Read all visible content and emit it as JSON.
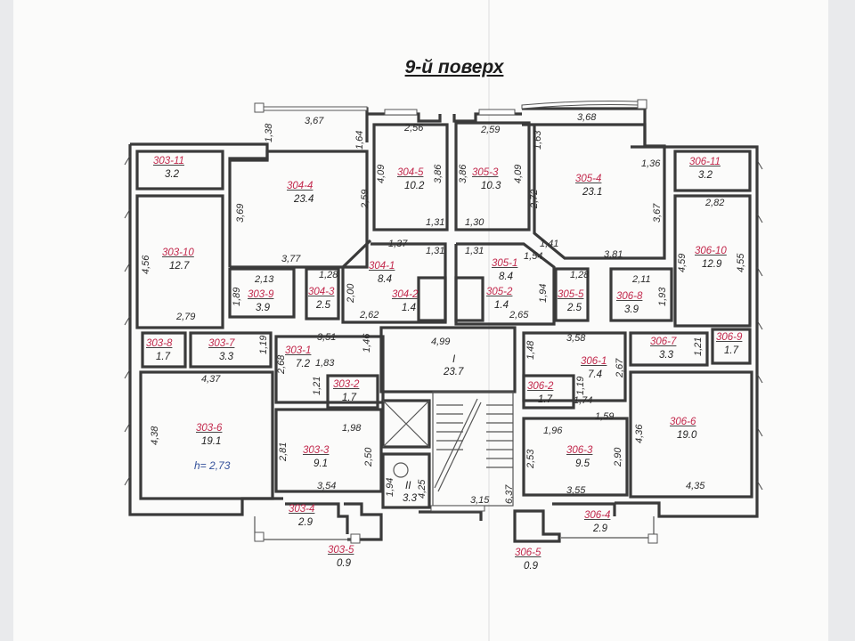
{
  "title": "9-й поверх",
  "ceiling_height": "h= 2,73",
  "rooms": [
    {
      "num": "303-11",
      "area": "3.2"
    },
    {
      "num": "303-10",
      "area": "12.7"
    },
    {
      "num": "303-9",
      "area": "3.9"
    },
    {
      "num": "303-8",
      "area": "1.7"
    },
    {
      "num": "303-7",
      "area": "3.3"
    },
    {
      "num": "303-1",
      "area": "7.2"
    },
    {
      "num": "303-2",
      "area": "1.7"
    },
    {
      "num": "303-6",
      "area": "19.1"
    },
    {
      "num": "303-3",
      "area": "9.1"
    },
    {
      "num": "303-4",
      "area": "2.9"
    },
    {
      "num": "303-5",
      "area": "0.9"
    },
    {
      "num": "304-4",
      "area": "23.4"
    },
    {
      "num": "304-5",
      "area": "10.2"
    },
    {
      "num": "304-1",
      "area": "8.4"
    },
    {
      "num": "304-3",
      "area": "2.5"
    },
    {
      "num": "304-2",
      "area": "1.4"
    },
    {
      "num": "305-3",
      "area": "10.3"
    },
    {
      "num": "305-4",
      "area": "23.1"
    },
    {
      "num": "305-1",
      "area": "8.4"
    },
    {
      "num": "305-2",
      "area": "1.4"
    },
    {
      "num": "305-5",
      "area": "2.5"
    },
    {
      "num": "306-11",
      "area": "3.2"
    },
    {
      "num": "306-10",
      "area": "12.9"
    },
    {
      "num": "306-8",
      "area": "3.9"
    },
    {
      "num": "306-7",
      "area": "3.3"
    },
    {
      "num": "306-9",
      "area": "1.7"
    },
    {
      "num": "306-1",
      "area": "7.4"
    },
    {
      "num": "306-2",
      "area": "1.7"
    },
    {
      "num": "306-6",
      "area": "19.0"
    },
    {
      "num": "306-3",
      "area": "9.5"
    },
    {
      "num": "306-4",
      "area": "2.9"
    },
    {
      "num": "306-5",
      "area": "0.9"
    },
    {
      "num": "I",
      "area": "23.7"
    },
    {
      "num": "II",
      "area": "3.3"
    }
  ],
  "dimensions": [
    "3,67",
    "1,38",
    "1,64",
    "2,56",
    "2,59",
    "3,68",
    "1,63",
    "1,36",
    "4,09",
    "3,86",
    "3,86",
    "4,09",
    "2,59",
    "2,72",
    "3,69",
    "3,67",
    "2,82",
    "1,31",
    "1,30",
    "3,77",
    "1,37",
    "1,31",
    "1,31",
    "1,41",
    "1,54",
    "3,81",
    "4,56",
    "4,59",
    "4,55",
    "1,28",
    "2,13",
    "2,00",
    "1,28",
    "2,11",
    "1,89",
    "1,94",
    "1,93",
    "2,79",
    "2,62",
    "2,65",
    "3,51",
    "1,46",
    "4,99",
    "3,58",
    "1,48",
    "1,19",
    "1,21",
    "4,37",
    "2,68",
    "1,83",
    "2,67",
    "1,21",
    "1,19",
    "1,74",
    "1,59",
    "1,98",
    "4,38",
    "2,81",
    "2,50",
    "1,96",
    "2,53",
    "2,90",
    "4,36",
    "3,54",
    "1,94",
    "4,25",
    "3,15",
    "6,37",
    "3,55",
    "4,35"
  ]
}
